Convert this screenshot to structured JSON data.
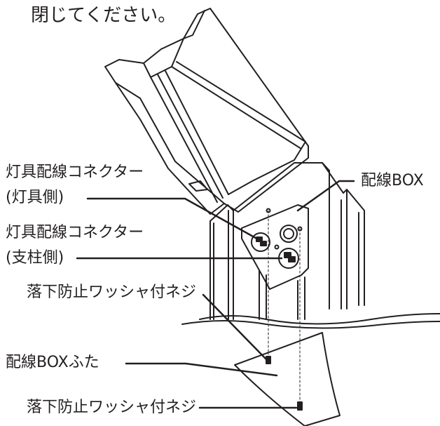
{
  "instruction": "閉じてください。",
  "labels": {
    "lamp_connector_lamp_line1": "灯具配線コネクター",
    "lamp_connector_lamp_line2": "(灯具側)",
    "lamp_connector_pole_line1": "灯具配線コネクター",
    "lamp_connector_pole_line2": "(支柱側)",
    "wiring_box": "配線BOX",
    "screw_upper": "落下防止ワッシャ付ネジ",
    "wiring_box_cover": "配線BOXふた",
    "screw_lower": "落下防止ワッシャ付ネジ"
  },
  "colors": {
    "ink": "#231f20",
    "background": "#ffffff"
  }
}
